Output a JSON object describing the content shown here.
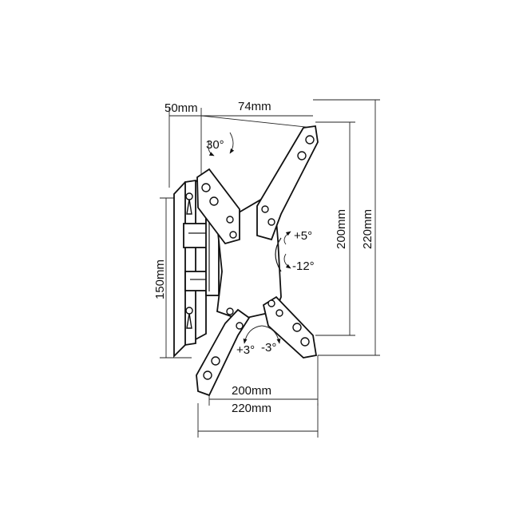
{
  "dimensions": {
    "wall_depth": "50mm",
    "arm_length": "74mm",
    "plate_height": "150mm",
    "vesa_inner_v": "200mm",
    "vesa_outer_v": "220mm",
    "vesa_inner_h": "200mm",
    "vesa_outer_h": "220mm"
  },
  "angles": {
    "swivel": "30°",
    "tilt_up": "+5°",
    "tilt_down": "-12°",
    "rotate_pos": "+3°",
    "rotate_neg": "-3°"
  },
  "colors": {
    "line": "#1a1a1a",
    "background": "#ffffff"
  }
}
